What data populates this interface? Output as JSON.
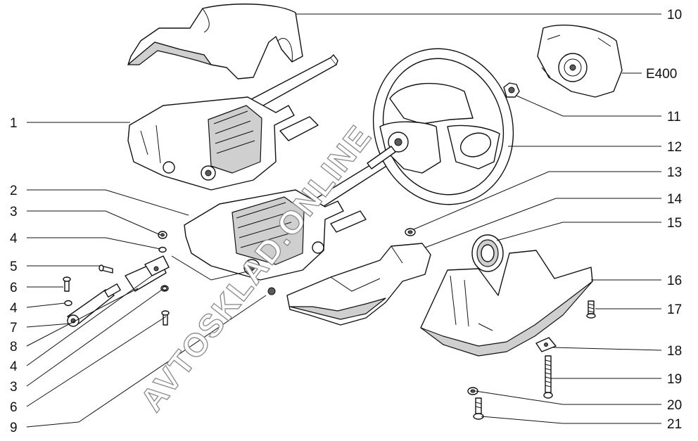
{
  "watermark": "AVTOSKLAD.ONLINE",
  "callouts": {
    "c1": "1",
    "c2": "2",
    "c3a": "3",
    "c4a": "4",
    "c5": "5",
    "c6a": "6",
    "c4b": "4",
    "c7": "7",
    "c8": "8",
    "c4c": "4",
    "c3b": "3",
    "c6b": "6",
    "c9": "9",
    "c10": "10",
    "e400": "E400",
    "c11": "11",
    "c12": "12",
    "c13": "13",
    "c14": "14",
    "c15": "15",
    "c16": "16",
    "c17": "17",
    "c18": "18",
    "c19": "19",
    "c20": "20",
    "c21": "21"
  }
}
